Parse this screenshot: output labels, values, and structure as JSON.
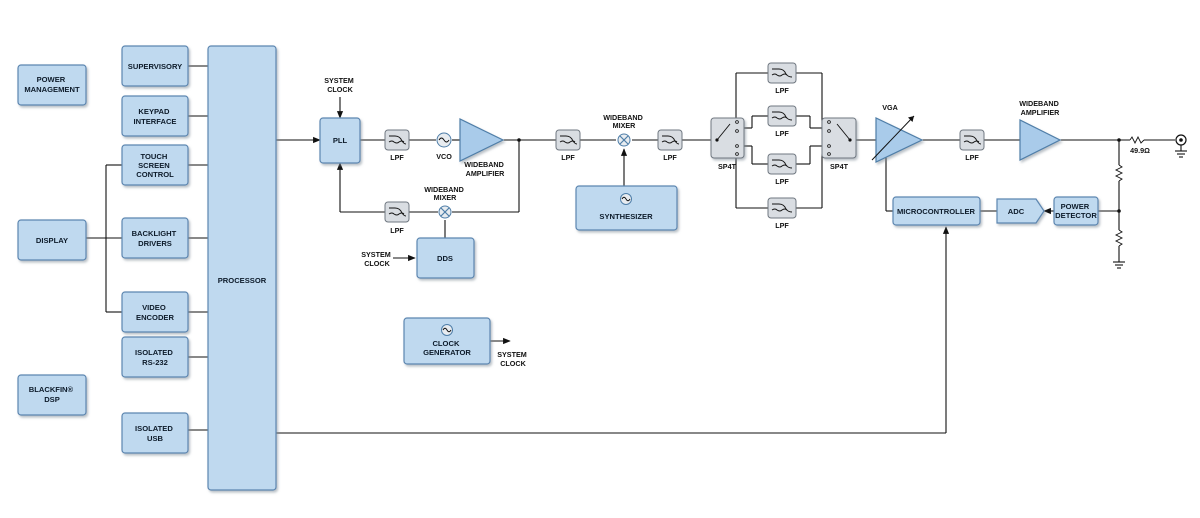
{
  "blocks": {
    "power_management": [
      "POWER",
      "MANAGEMENT"
    ],
    "display": [
      "DISPLAY"
    ],
    "blackfin_dsp": [
      "BLACKFIN®",
      "DSP"
    ],
    "supervisory": [
      "SUPERVISORY"
    ],
    "keypad_interface": [
      "KEYPAD",
      "INTERFACE"
    ],
    "touch_screen_control": [
      "TOUCH",
      "SCREEN",
      "CONTROL"
    ],
    "backlight_drivers": [
      "BACKLIGHT",
      "DRIVERS"
    ],
    "video_encoder": [
      "VIDEO",
      "ENCODER"
    ],
    "isolated_rs232": [
      "ISOLATED",
      "RS-232"
    ],
    "isolated_usb": [
      "ISOLATED",
      "USB"
    ],
    "processor": [
      "PROCESSOR"
    ],
    "pll": [
      "PLL"
    ],
    "dds": [
      "DDS"
    ],
    "clock_generator": [
      "CLOCK",
      "GENERATOR"
    ],
    "synthesizer": [
      "SYNTHESIZER"
    ],
    "microcontroller": [
      "MICROCONTROLLER"
    ],
    "adc": [
      "ADC"
    ],
    "power_detector": [
      "POWER",
      "DETECTOR"
    ]
  },
  "labels": {
    "system_clock_pll": [
      "SYSTEM",
      "CLOCK"
    ],
    "system_clock_dds": [
      "SYSTEM",
      "CLOCK"
    ],
    "system_clock_out": [
      "SYSTEM",
      "CLOCK"
    ],
    "lpf": "LPF",
    "vco": "VCO",
    "wideband_amplifier_1": [
      "WIDEBAND",
      "AMPLIFIER"
    ],
    "wideband_mixer_1": [
      "WIDEBAND",
      "MIXER"
    ],
    "wideband_mixer_2": [
      "WIDEBAND",
      "MIXER"
    ],
    "sp4t": "SP4T",
    "vga": "VGA",
    "wideband_amplifier_2": [
      "WIDEBAND",
      "AMPLIFIER"
    ],
    "resistor": "49.9Ω"
  },
  "colors": {
    "block_fill": "#bfd9ef",
    "block_stroke": "#5c86b0",
    "filter_fill": "#d9dde2",
    "amplifier_fill": "#a9cbea",
    "wire": "#111111"
  }
}
